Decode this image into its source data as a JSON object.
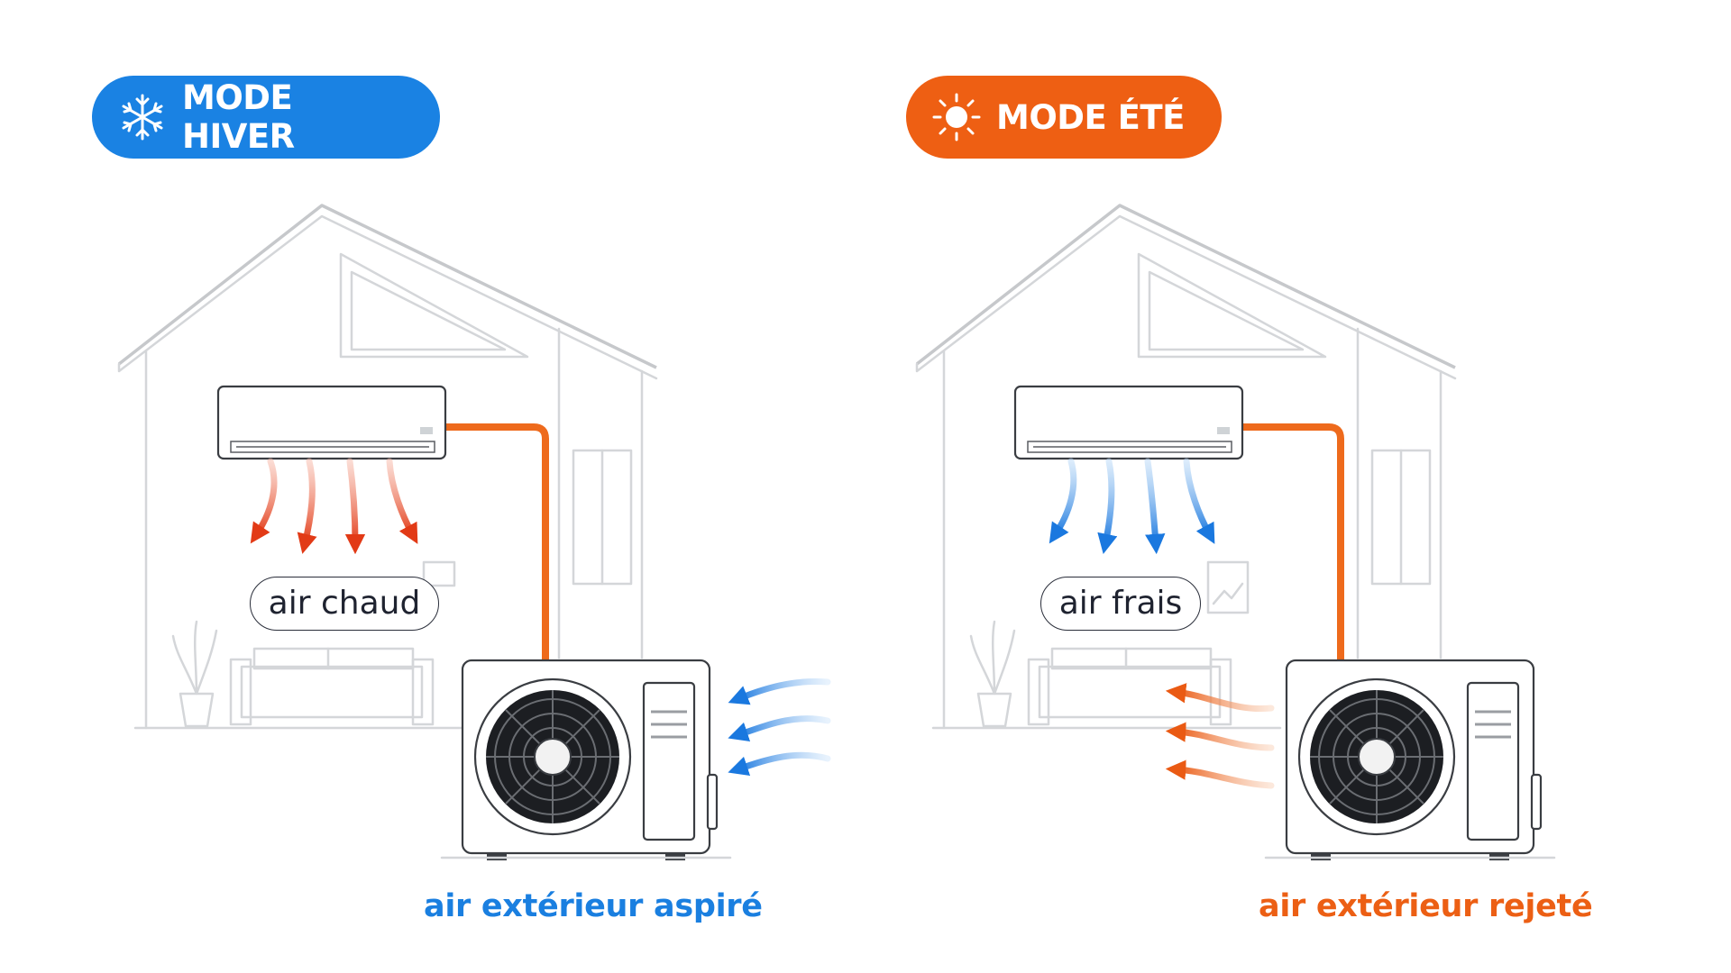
{
  "panels": {
    "left": {
      "badge_label": "MODE HIVER",
      "badge_icon": "snowflake-icon",
      "badge_color": "#1a82e3",
      "indoor_label": "air chaud",
      "outdoor_label": "air extérieur aspiré",
      "outdoor_label_color": "#1a7fe0",
      "indoor_flow_color": "#e8431b",
      "outdoor_flow_color": "#1a82e3"
    },
    "right": {
      "badge_label": "MODE ÉTÉ",
      "badge_icon": "sun-icon",
      "badge_color": "#ee5f13",
      "indoor_label": "air frais",
      "outdoor_label": "air extérieur rejeté",
      "outdoor_label_color": "#ec5f14",
      "indoor_flow_color": "#1a82e3",
      "outdoor_flow_color": "#ec5f14"
    },
    "pipe_color": "#ee6a1c"
  }
}
